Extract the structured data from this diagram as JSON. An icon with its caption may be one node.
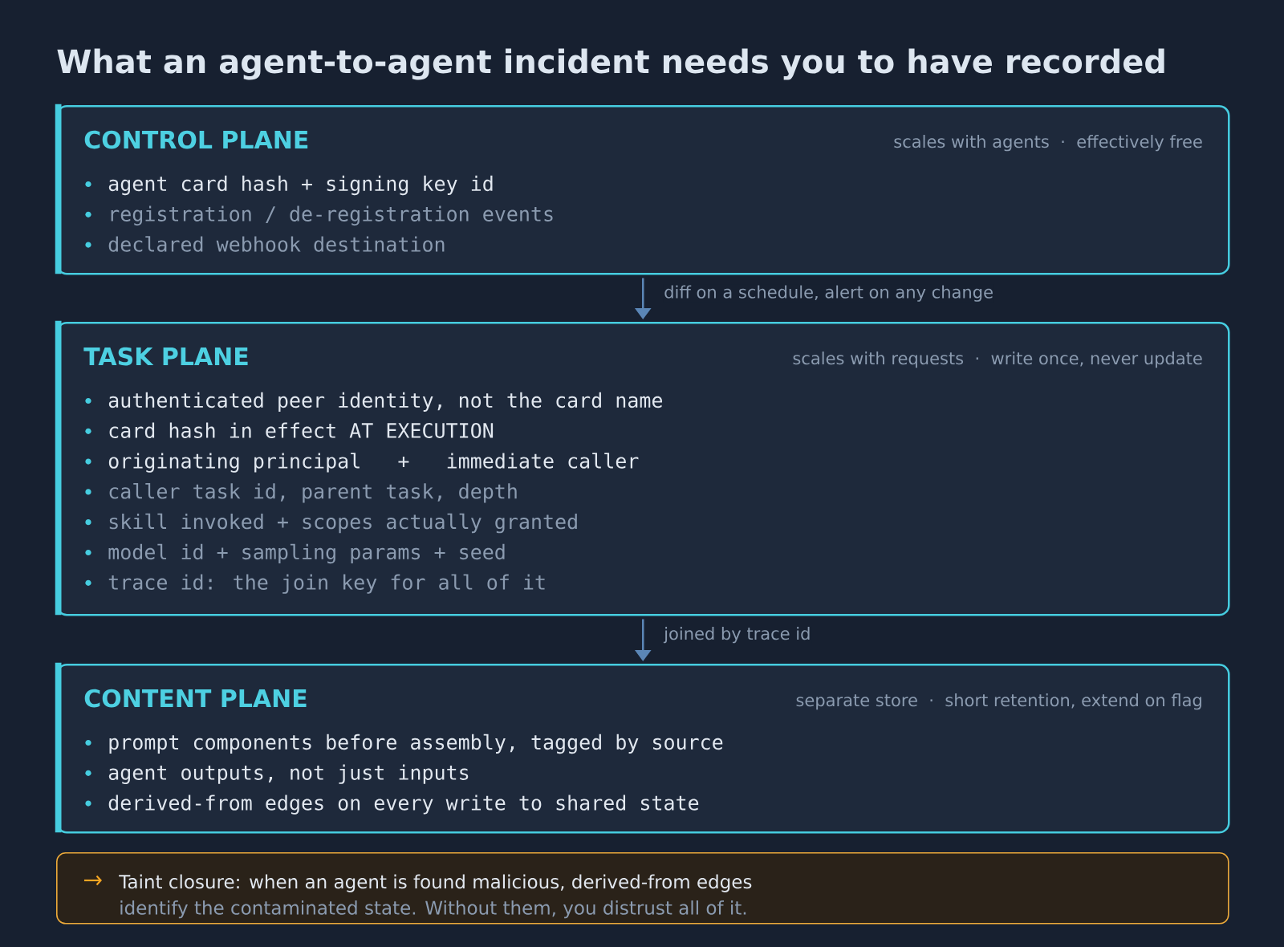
{
  "diagram": {
    "title": "What an agent-to-agent incident needs you to have recorded",
    "nodes": [
      {
        "text": [
          "CONTROL PLANE",
          "scales with agents  ·  effectively free",
          "agent card hash + signing key id",
          "registration / de-registration events",
          "declared webhook destination"
        ]
      },
      {
        "text": [
          "TASK PLANE",
          "scales with requests  ·  write once, never update",
          "authenticated peer identity, not the card name",
          "card hash in effect AT EXECUTION",
          "originating principal   +   immediate caller",
          "caller task id, parent task, depth",
          "skill invoked + scopes actually granted",
          "model id + sampling params + seed",
          "trace id: the join key for all of it"
        ]
      },
      {
        "text": [
          "CONTENT PLANE",
          "separate store  ·  short retention, extend on flag",
          "prompt components before assembly, tagged by source",
          "agent outputs, not just inputs",
          "derived-from edges on every write to shared state"
        ]
      },
      {
        "text": [
          "Taint closure: when an agent is found malicious, derived-from edges",
          "identify the contaminated state. Without them, you distrust all of it."
        ]
      }
    ],
    "edges": [
      {
        "from": 0,
        "to": 1,
        "arrow": "to",
        "label": "diff on a schedule, alert on any change"
      },
      {
        "from": 1,
        "to": 2,
        "arrow": "to",
        "label": "joined by trace id"
      }
    ]
  }
}
